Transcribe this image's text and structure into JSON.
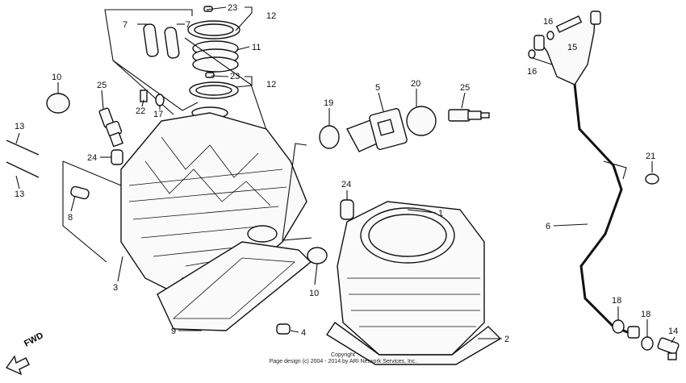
{
  "fwd_label": "FWD",
  "copyright": {
    "line1": "Copyright",
    "line2": "Page design (c) 2004 - 2014 by ARI Network Services, Inc."
  },
  "callouts": [
    {
      "id": "c-23a",
      "text": "23"
    },
    {
      "id": "c-12a",
      "text": "12"
    },
    {
      "id": "c-7a",
      "text": "7"
    },
    {
      "id": "c-7b",
      "text": "7"
    },
    {
      "id": "c-11",
      "text": "11"
    },
    {
      "id": "c-23b",
      "text": "23"
    },
    {
      "id": "c-12b",
      "text": "12"
    },
    {
      "id": "c-10a",
      "text": "10"
    },
    {
      "id": "c-25a",
      "text": "25"
    },
    {
      "id": "c-22",
      "text": "22"
    },
    {
      "id": "c-17",
      "text": "17"
    },
    {
      "id": "c-13a",
      "text": "13"
    },
    {
      "id": "c-13b",
      "text": "13"
    },
    {
      "id": "c-24a",
      "text": "24"
    },
    {
      "id": "c-8",
      "text": "8"
    },
    {
      "id": "c-3",
      "text": "3"
    },
    {
      "id": "c-9",
      "text": "9"
    },
    {
      "id": "c-19",
      "text": "19"
    },
    {
      "id": "c-5",
      "text": "5"
    },
    {
      "id": "c-20",
      "text": "20"
    },
    {
      "id": "c-25b",
      "text": "25"
    },
    {
      "id": "c-24b",
      "text": "24"
    },
    {
      "id": "c-1",
      "text": "1"
    },
    {
      "id": "c-10b",
      "text": "10"
    },
    {
      "id": "c-4",
      "text": "4"
    },
    {
      "id": "c-2",
      "text": "2"
    },
    {
      "id": "c-16a",
      "text": "16"
    },
    {
      "id": "c-15",
      "text": "15"
    },
    {
      "id": "c-16b",
      "text": "16"
    },
    {
      "id": "c-21",
      "text": "21"
    },
    {
      "id": "c-6",
      "text": "6"
    },
    {
      "id": "c-18a",
      "text": "18"
    },
    {
      "id": "c-18b",
      "text": "18"
    },
    {
      "id": "c-14",
      "text": "14"
    }
  ]
}
